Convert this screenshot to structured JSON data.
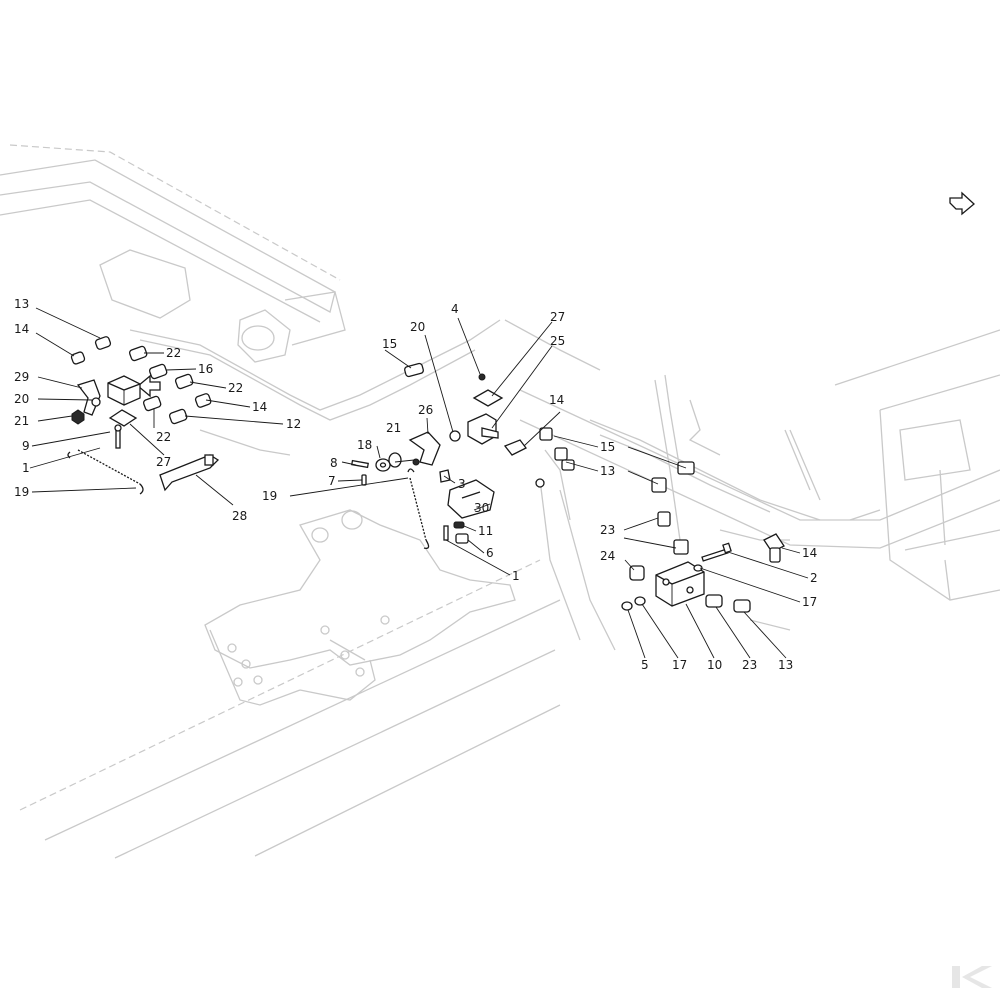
{
  "diagram": {
    "callouts": [
      {
        "id": "c13a",
        "text": "13"
      },
      {
        "id": "c14a",
        "text": "14"
      },
      {
        "id": "c29",
        "text": "29"
      },
      {
        "id": "c20a",
        "text": "20"
      },
      {
        "id": "c21a",
        "text": "21"
      },
      {
        "id": "c9",
        "text": "9"
      },
      {
        "id": "c1a",
        "text": "1"
      },
      {
        "id": "c19a",
        "text": "19"
      },
      {
        "id": "c22a",
        "text": "22"
      },
      {
        "id": "c16",
        "text": "16"
      },
      {
        "id": "c22b",
        "text": "22"
      },
      {
        "id": "c14b",
        "text": "14"
      },
      {
        "id": "c22c",
        "text": "22"
      },
      {
        "id": "c12",
        "text": "12"
      },
      {
        "id": "c27a",
        "text": "27"
      },
      {
        "id": "c28",
        "text": "28"
      },
      {
        "id": "c4",
        "text": "4"
      },
      {
        "id": "c20b",
        "text": "20"
      },
      {
        "id": "c15a",
        "text": "15"
      },
      {
        "id": "c27b",
        "text": "27"
      },
      {
        "id": "c25",
        "text": "25"
      },
      {
        "id": "c26",
        "text": "26"
      },
      {
        "id": "c18",
        "text": "18"
      },
      {
        "id": "c21b",
        "text": "21"
      },
      {
        "id": "c8",
        "text": "8"
      },
      {
        "id": "c7",
        "text": "7"
      },
      {
        "id": "c3",
        "text": "3"
      },
      {
        "id": "c19b",
        "text": "19"
      },
      {
        "id": "c30",
        "text": "30"
      },
      {
        "id": "c11",
        "text": "11"
      },
      {
        "id": "c6",
        "text": "6"
      },
      {
        "id": "c1b",
        "text": "1"
      },
      {
        "id": "c14c",
        "text": "14"
      },
      {
        "id": "c15b",
        "text": "15"
      },
      {
        "id": "c13b",
        "text": "13"
      },
      {
        "id": "c23a",
        "text": "23"
      },
      {
        "id": "c24",
        "text": "24"
      },
      {
        "id": "c14d",
        "text": "14"
      },
      {
        "id": "c2",
        "text": "2"
      },
      {
        "id": "c17a",
        "text": "17"
      },
      {
        "id": "c5",
        "text": "5"
      },
      {
        "id": "c17b",
        "text": "17"
      },
      {
        "id": "c10",
        "text": "10"
      },
      {
        "id": "c23b",
        "text": "23"
      },
      {
        "id": "c13c",
        "text": "13"
      }
    ],
    "icons": {
      "view_direction": "view-arrow-icon",
      "flow_direction": "flow-arrow-icon",
      "brand": "brand-logo-icon"
    },
    "colors": {
      "line": "#1a1a1a",
      "ghost": "#c9c9c9",
      "background": "#ffffff"
    }
  }
}
